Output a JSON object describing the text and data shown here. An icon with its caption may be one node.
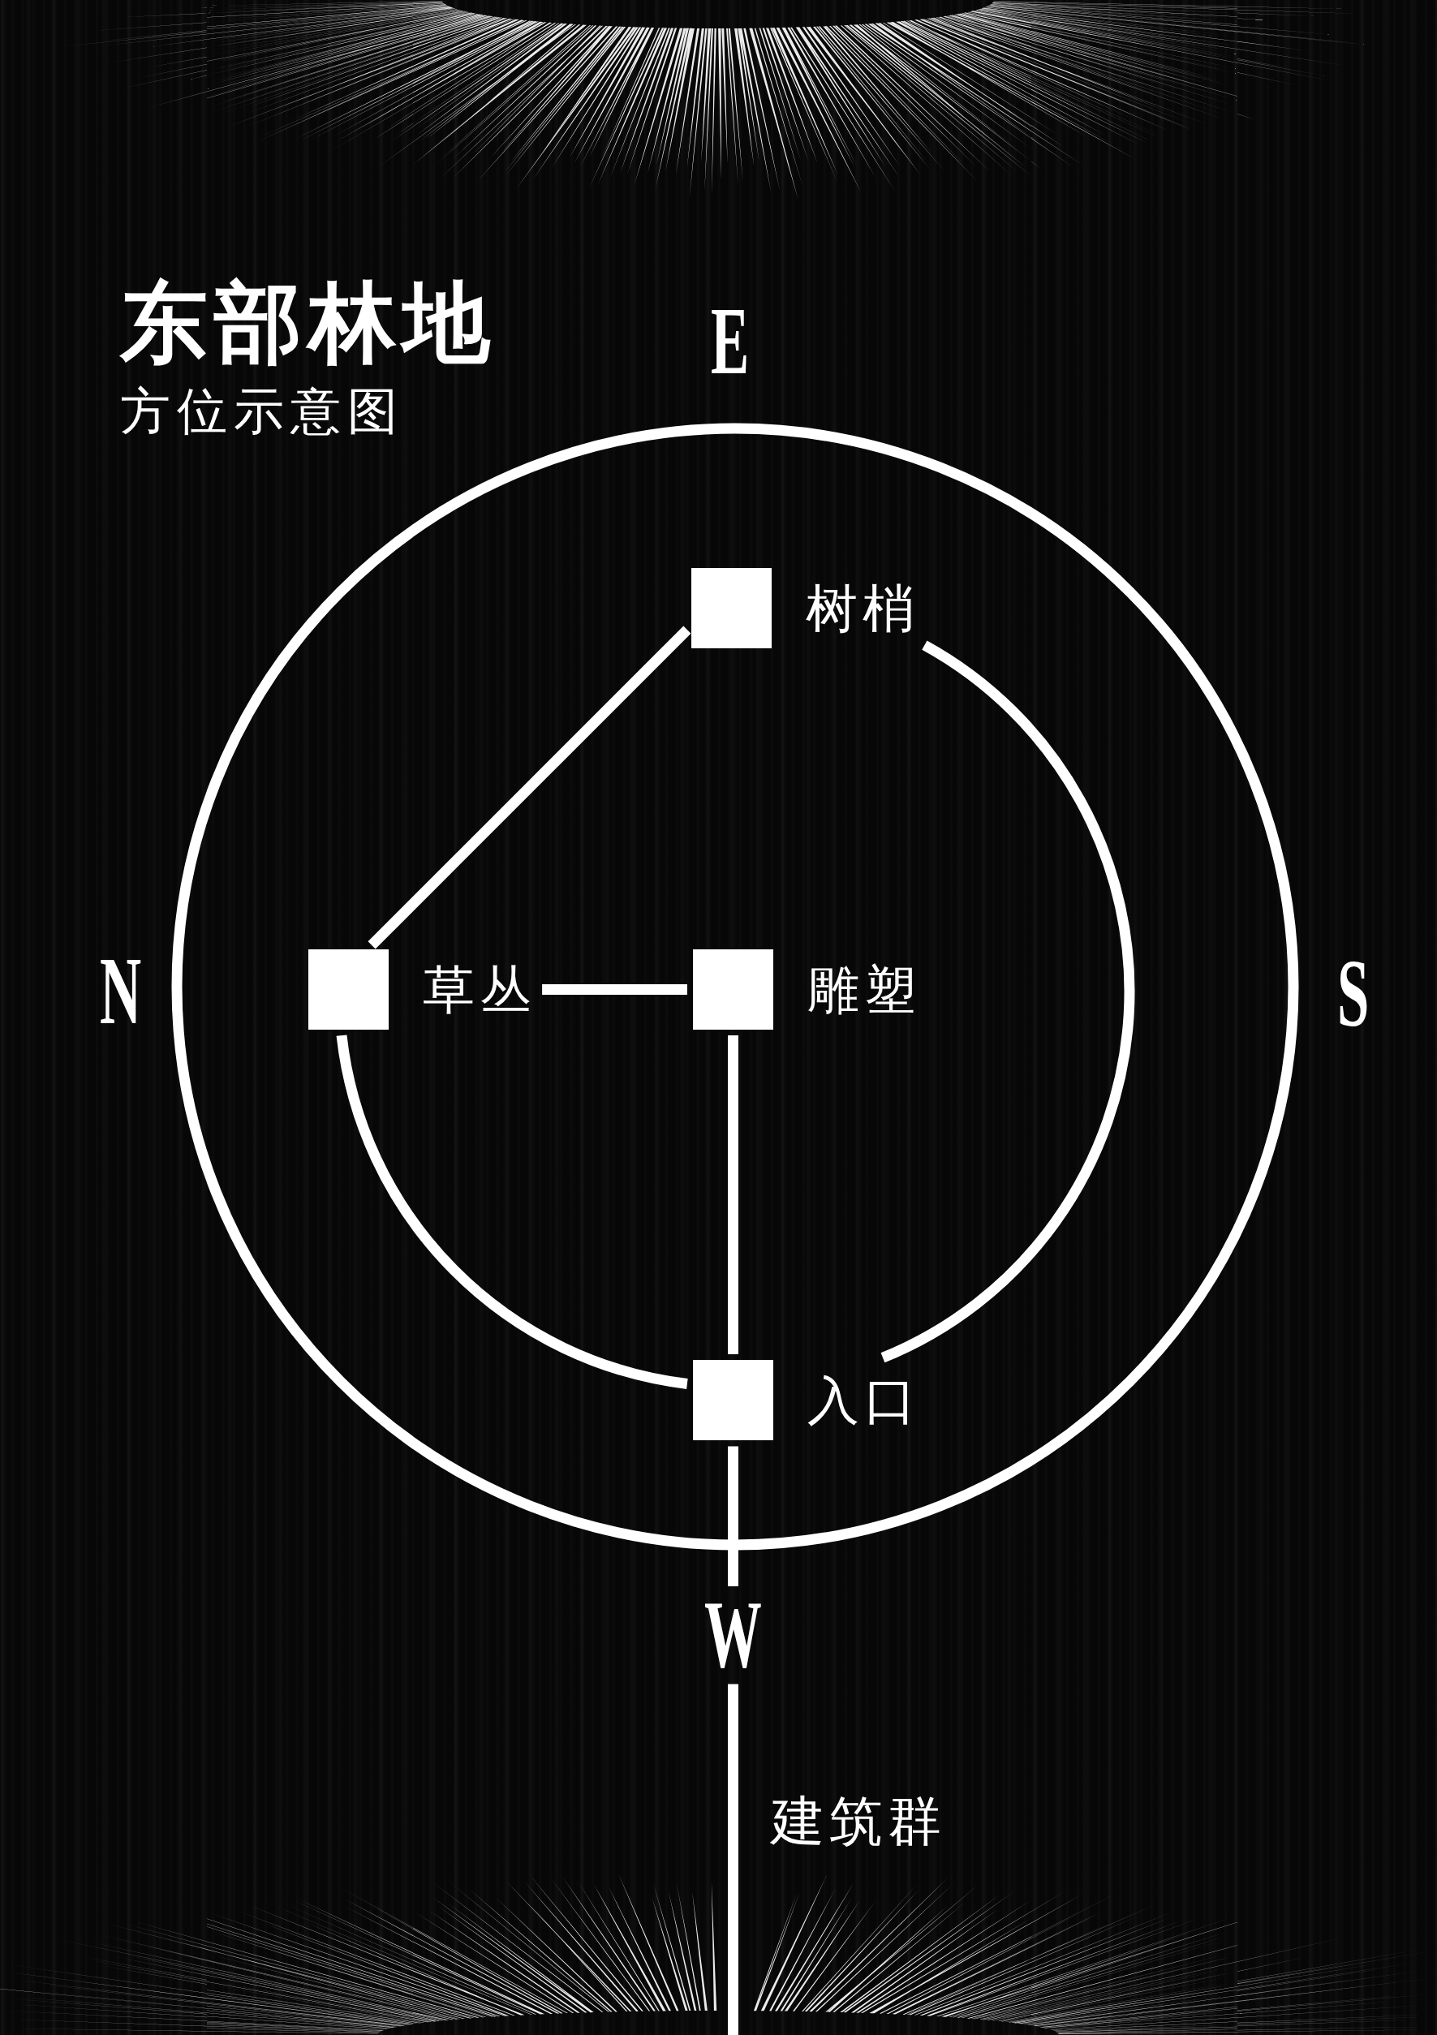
{
  "diagram": {
    "title": "东部林地",
    "nodes": [
      {
        "text": [
          "树梢"
        ]
      },
      {
        "text": [
          "草丛"
        ]
      },
      {
        "text": [
          "雕塑"
        ]
      },
      {
        "text": [
          "入口"
        ]
      }
    ],
    "edges": [
      {
        "from": 0,
        "to": 1,
        "arrow": "none"
      },
      {
        "from": 1,
        "to": 2,
        "arrow": "none"
      },
      {
        "from": 2,
        "to": 3,
        "arrow": "none"
      },
      {
        "from": 0,
        "to": 3,
        "arrow": "none"
      },
      {
        "from": 3,
        "to": 1,
        "arrow": "none"
      },
      {
        "from": 3,
        "to": null,
        "arrow": "none"
      }
    ],
    "labels": [
      "方位示意图",
      "E",
      "N",
      "S",
      "W",
      "建筑群"
    ]
  }
}
